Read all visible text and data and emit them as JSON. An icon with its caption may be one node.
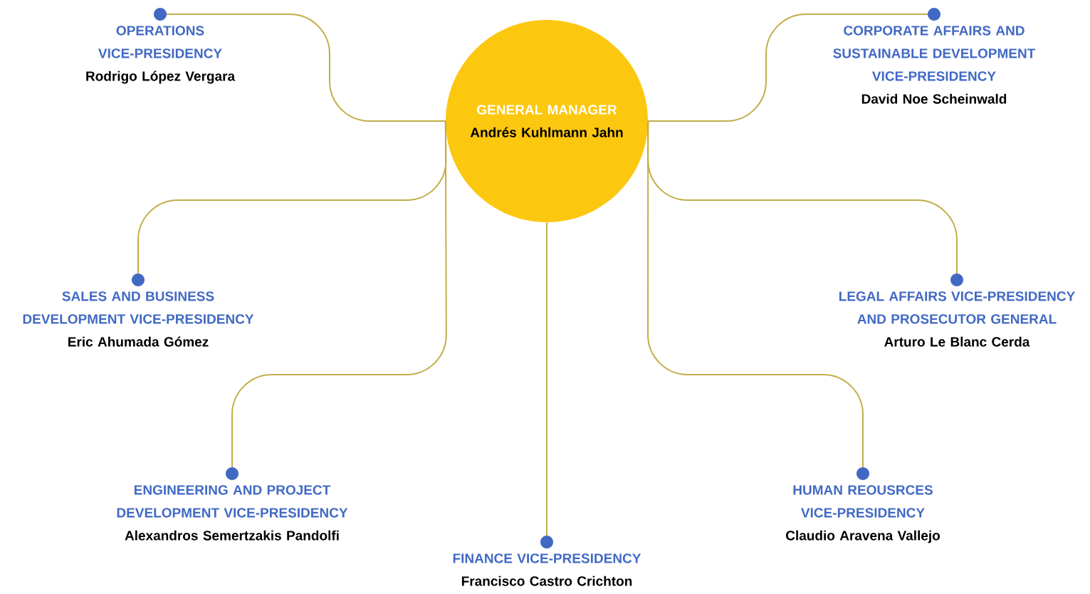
{
  "diagram": {
    "nodes": [
      {
        "text": [
          "GENERAL MANAGER",
          "Andrés Kuhlmann Jahn"
        ]
      },
      {
        "text": [
          "OPERATIONS VICE-PRESIDENCY",
          "Rodrigo López Vergara"
        ]
      },
      {
        "text": [
          "CORPORATE AFFAIRS AND SUSTAINABLE DEVELOPMENT VICE-PRESIDENCY",
          "David Noe Scheinwald"
        ]
      },
      {
        "text": [
          "SALES AND BUSINESS DEVELOPMENT VICE-PRESIDENCY",
          "Eric Ahumada Gómez"
        ]
      },
      {
        "text": [
          "LEGAL AFFAIRS VICE-PRESIDENCY AND PROSECUTOR GENERAL",
          "Arturo Le Blanc Cerda"
        ]
      },
      {
        "text": [
          "ENGINEERING AND PROJECT DEVELOPMENT VICE-PRESIDENCY",
          "Alexandros Semertzakis Pandolfi"
        ]
      },
      {
        "text": [
          "FINANCE VICE-PRESIDENCY",
          "Francisco Castro Crichton"
        ]
      },
      {
        "text": [
          "HUMAN REOUSRCES VICE-PRESIDENCY",
          "Claudio Aravena Vallejo"
        ]
      }
    ],
    "edges": [
      {
        "from": 0,
        "to": 1,
        "arrow": "other"
      },
      {
        "from": 0,
        "to": 2,
        "arrow": "other"
      },
      {
        "from": 0,
        "to": 3,
        "arrow": "other"
      },
      {
        "from": 0,
        "to": 4,
        "arrow": "other"
      },
      {
        "from": 0,
        "to": 5,
        "arrow": "other"
      },
      {
        "from": 0,
        "to": 6,
        "arrow": "other"
      },
      {
        "from": 0,
        "to": 7,
        "arrow": "other"
      }
    ]
  }
}
